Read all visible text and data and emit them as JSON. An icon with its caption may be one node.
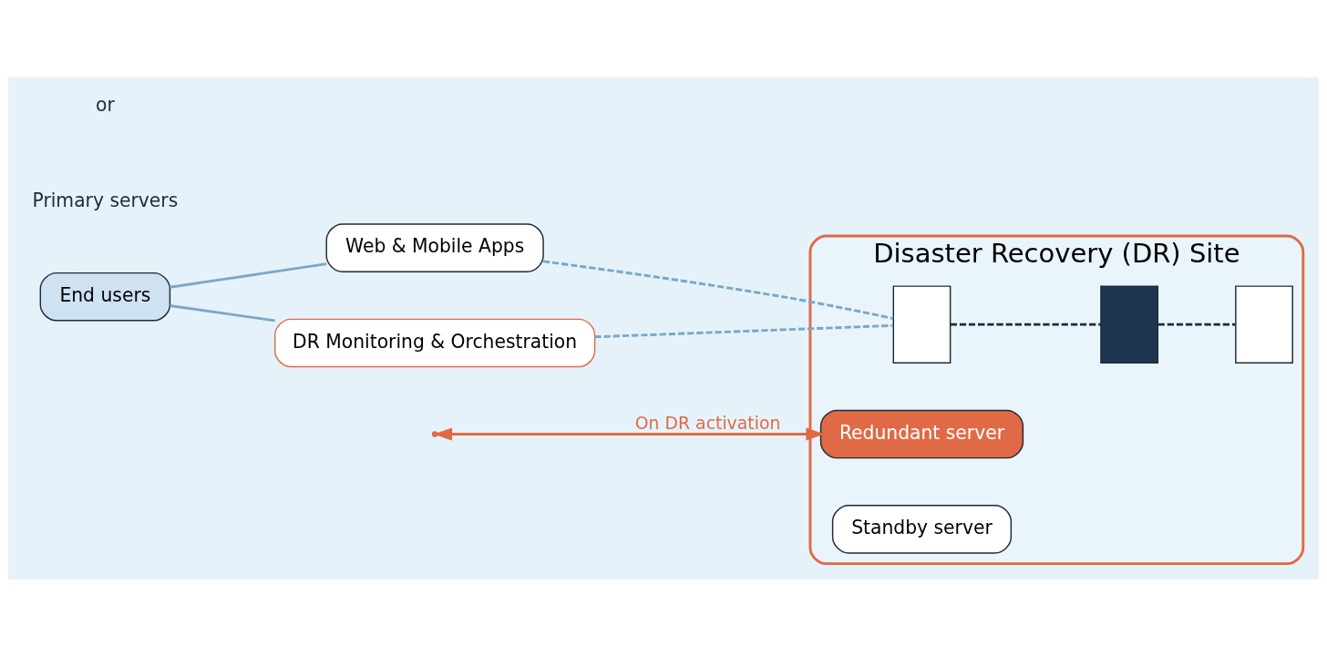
{
  "diagram": {
    "nodes": [
      {
        "text": [
          "End users"
        ]
      },
      {
        "text": [
          "Web & Mobile Apps"
        ]
      },
      {
        "text": [
          "DR Monitoring & Orchestration"
        ]
      },
      {
        "text": [
          "Disaster Recovery (DR) Site"
        ]
      },
      {
        "text": [],
        "shape": "box",
        "in": 3
      },
      {
        "text": [],
        "shape": "box",
        "in": 3
      },
      {
        "text": [],
        "shape": "box",
        "in": 3
      },
      {
        "text": [
          "Redundant server"
        ],
        "in": 3
      },
      {
        "text": [
          "Standby server"
        ],
        "in": 3
      }
    ],
    "edges": [
      {
        "from": 0,
        "to": 1,
        "arrow": "none"
      },
      {
        "from": 0,
        "to": 2,
        "arrow": "none"
      },
      {
        "from": 1,
        "to": 4,
        "arrow": "none",
        "style": "dashed"
      },
      {
        "from": 2,
        "to": 4,
        "arrow": "none",
        "style": "dashed"
      },
      {
        "from": 4,
        "to": 5,
        "arrow": "none",
        "style": "dashed",
        "color": "#1e2a3a"
      },
      {
        "from": 5,
        "to": 6,
        "arrow": "none",
        "style": "dashed",
        "color": "#1e2a3a"
      },
      {
        "from": null,
        "to": 7,
        "arrow": "both",
        "label": "On DR activation",
        "color": "#e06a45"
      }
    ],
    "labels": [
      "Primary servers",
      "or"
    ]
  }
}
